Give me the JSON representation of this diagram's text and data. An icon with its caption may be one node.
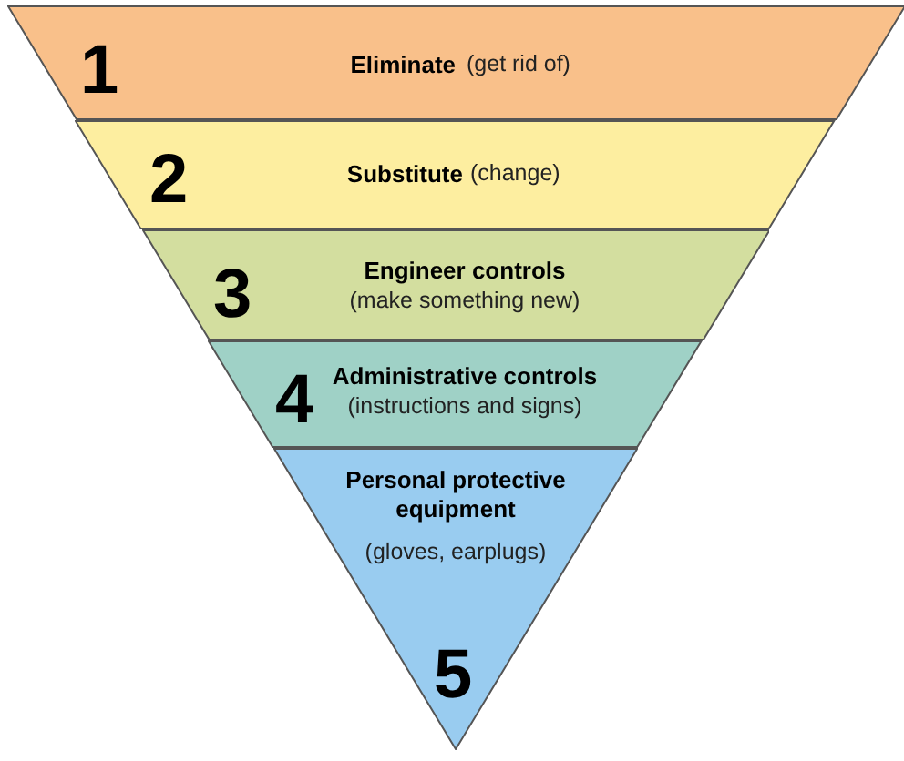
{
  "diagram": {
    "nodes": [
      {
        "text": [
          "1",
          "Eliminate",
          "(get rid of)"
        ]
      },
      {
        "text": [
          "2",
          "Substitute",
          "(change)"
        ]
      },
      {
        "text": [
          "3",
          "Engineer controls",
          "(make something new)"
        ]
      },
      {
        "text": [
          "4",
          "Administrative controls",
          "(instructions and signs)"
        ]
      },
      {
        "text": [
          "Personal protective equipment",
          "(gloves, earplugs)",
          "5"
        ]
      }
    ]
  }
}
